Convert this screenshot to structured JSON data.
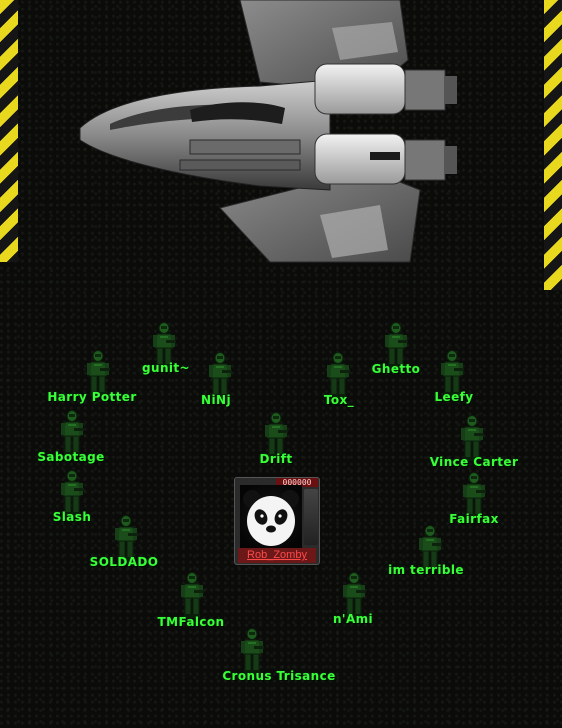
{
  "scene": {
    "hazard_colors": [
      "#e8d81e",
      "#151515"
    ],
    "name_color": "#38ff38"
  },
  "players": [
    {
      "name": "gunit~"
    },
    {
      "name": "Ghetto"
    },
    {
      "name": "Harry Potter"
    },
    {
      "name": "NiNj"
    },
    {
      "name": "Tox_"
    },
    {
      "name": "Leefy"
    },
    {
      "name": "Drift"
    },
    {
      "name": "Sabotage"
    },
    {
      "name": "Vince Carter"
    },
    {
      "name": "Slash"
    },
    {
      "name": "Fairfax"
    },
    {
      "name": "SOLDADO"
    },
    {
      "name": "im terrible"
    },
    {
      "name": "TMFalcon"
    },
    {
      "name": "n'Ami"
    },
    {
      "name": "Cronus Trisance"
    }
  ],
  "center_player": {
    "name": "Rob_Zomby",
    "ticker": "000000",
    "portrait_icon": "panda-face-icon"
  }
}
